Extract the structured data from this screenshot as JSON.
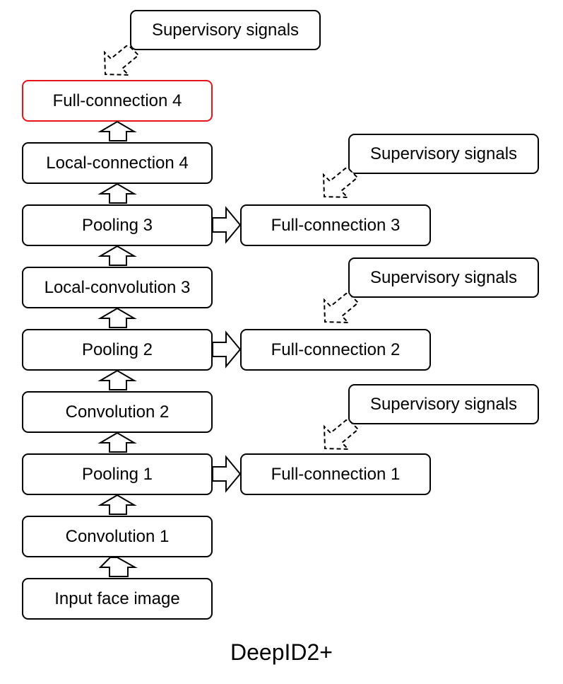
{
  "diagram": {
    "caption": "DeepID2+",
    "main_stack": [
      {
        "id": "input",
        "label": "Input face image"
      },
      {
        "id": "conv1",
        "label": "Convolution 1"
      },
      {
        "id": "pool1",
        "label": "Pooling 1"
      },
      {
        "id": "conv2",
        "label": "Convolution 2"
      },
      {
        "id": "pool2",
        "label": "Pooling 2"
      },
      {
        "id": "lconv3",
        "label": "Local-convolution 3"
      },
      {
        "id": "pool3",
        "label": "Pooling 3"
      },
      {
        "id": "lconn4",
        "label": "Local-connection 4"
      },
      {
        "id": "fc4",
        "label": "Full-connection 4",
        "highlight_color": "#e8141a"
      }
    ],
    "side_branches": [
      {
        "id": "fc1",
        "label": "Full-connection 1",
        "from": "pool1"
      },
      {
        "id": "fc2",
        "label": "Full-connection 2",
        "from": "pool2"
      },
      {
        "id": "fc3",
        "label": "Full-connection 3",
        "from": "pool3"
      }
    ],
    "supervisory": [
      {
        "id": "sup1",
        "label": "Supervisory signals",
        "to": "fc1"
      },
      {
        "id": "sup2",
        "label": "Supervisory signals",
        "to": "fc2"
      },
      {
        "id": "sup3",
        "label": "Supervisory signals",
        "to": "fc3"
      },
      {
        "id": "sup4",
        "label": "Supervisory signals",
        "to": "fc4"
      }
    ]
  }
}
